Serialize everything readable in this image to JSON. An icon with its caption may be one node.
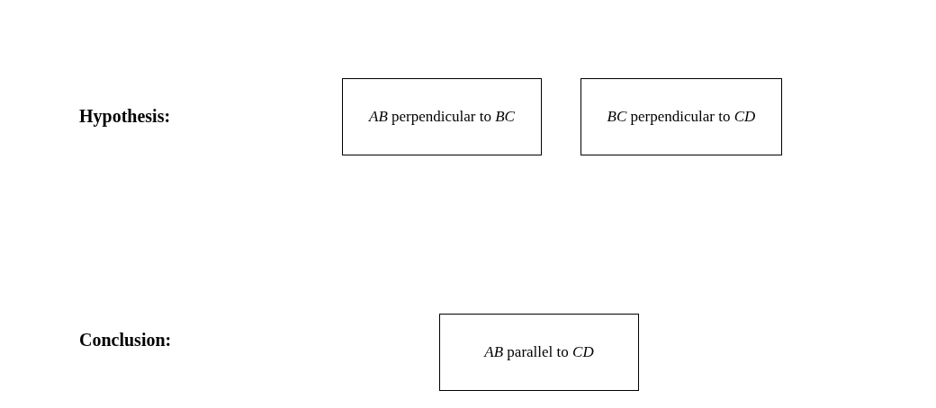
{
  "diagram": {
    "nodes": [
      {
        "text": [
          "*AB* perpendicular to *BC*"
        ]
      },
      {
        "text": [
          "*BC* perpendicular to *CD*"
        ]
      },
      {
        "text": [
          "*AB* parallel to *CD*"
        ]
      }
    ],
    "labels": [
      "Hypothesis:",
      "Conclusion:"
    ]
  }
}
